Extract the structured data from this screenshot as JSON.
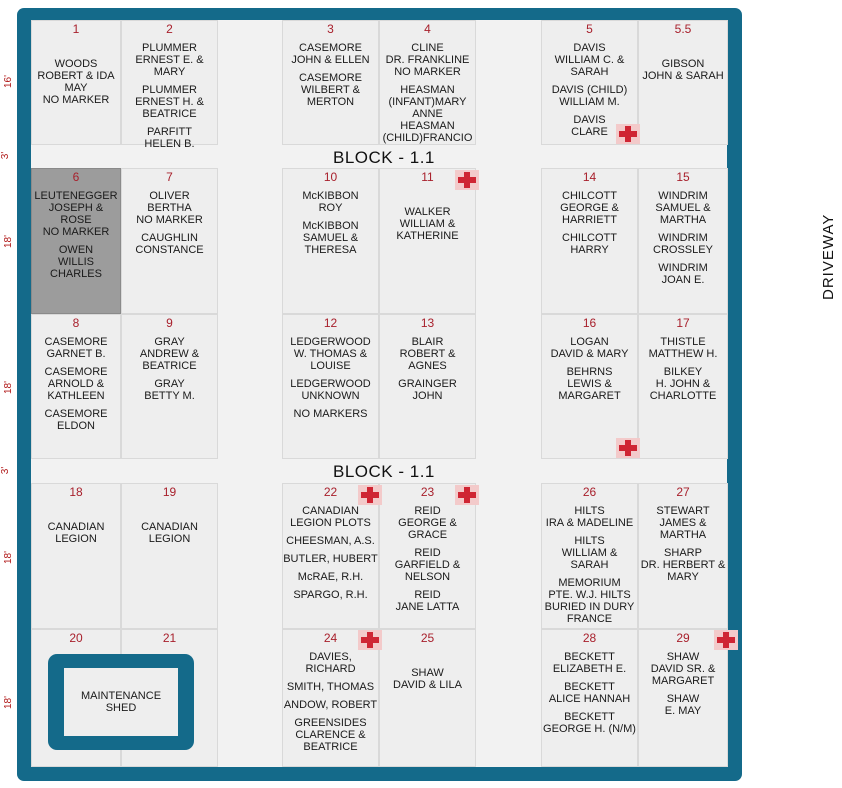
{
  "block_label": "BLOCK - 1.1",
  "driveway_label": "DRIVEWAY",
  "dims": {
    "row1": "16'",
    "gap1": "3'",
    "row2": "18'",
    "row3": "18'",
    "gap2": "3'",
    "row4": "18'",
    "row5": "18'"
  },
  "shed_label": "MAINTENANCE\nSHED",
  "plots": [
    {
      "num": "1",
      "entries": [
        "WOODS\nROBERT & IDA MAY\nNO MARKER"
      ]
    },
    {
      "num": "2",
      "entries": [
        "PLUMMER\nERNEST E. & MARY",
        "PLUMMER\nERNEST H. &\nBEATRICE",
        "PARFITT\nHELEN B."
      ]
    },
    {
      "num": "3",
      "entries": [
        "CASEMORE\nJOHN & ELLEN",
        "CASEMORE\nWILBERT &\nMERTON"
      ]
    },
    {
      "num": "4",
      "entries": [
        "CLINE\nDR. FRANKLINE\nNO MARKER",
        "HEASMAN\n(INFANT)MARY ANNE\nHEASMAN\n(CHILD)FRANCIO"
      ]
    },
    {
      "num": "5",
      "entries": [
        "DAVIS\nWILLIAM C. &\nSARAH",
        "DAVIS (CHILD)\nWILLIAM M.",
        "DAVIS\nCLARE"
      ]
    },
    {
      "num": "5.5",
      "entries": [
        "GIBSON\nJOHN & SARAH"
      ]
    },
    {
      "num": "6",
      "entries": [
        "LEUTENEGGER\nJOSEPH & ROSE\nNO MARKER",
        "OWEN\nWILLIS CHARLES"
      ]
    },
    {
      "num": "7",
      "entries": [
        "OLIVER\nBERTHA\nNO MARKER",
        "CAUGHLIN\nCONSTANCE"
      ]
    },
    {
      "num": "10",
      "entries": [
        "McKIBBON\nROY",
        "McKIBBON\nSAMUEL &\nTHERESA"
      ]
    },
    {
      "num": "11",
      "entries": [
        "WALKER\nWILLIAM &\nKATHERINE"
      ]
    },
    {
      "num": "14",
      "entries": [
        "CHILCOTT\nGEORGE &\nHARRIETT",
        "CHILCOTT\nHARRY"
      ]
    },
    {
      "num": "15",
      "entries": [
        "WINDRIM\nSAMUEL & MARTHA",
        "WINDRIM\nCROSSLEY",
        "WINDRIM\nJOAN E."
      ]
    },
    {
      "num": "8",
      "entries": [
        "CASEMORE\nGARNET B.",
        "CASEMORE\nARNOLD &\nKATHLEEN",
        "CASEMORE\nELDON"
      ]
    },
    {
      "num": "9",
      "entries": [
        "GRAY\nANDREW &\nBEATRICE",
        "GRAY\nBETTY M."
      ]
    },
    {
      "num": "12",
      "entries": [
        "LEDGERWOOD\nW. THOMAS &\nLOUISE",
        "LEDGERWOOD\nUNKNOWN",
        "NO MARKERS"
      ]
    },
    {
      "num": "13",
      "entries": [
        "BLAIR\nROBERT & AGNES",
        "GRAINGER\nJOHN"
      ]
    },
    {
      "num": "16",
      "entries": [
        "LOGAN\nDAVID & MARY",
        "BEHRNS\nLEWIS &\nMARGARET"
      ]
    },
    {
      "num": "17",
      "entries": [
        "THISTLE\nMATTHEW H.",
        "BILKEY\nH. JOHN &\nCHARLOTTE"
      ]
    },
    {
      "num": "18",
      "entries": [
        "CANADIAN\nLEGION"
      ]
    },
    {
      "num": "19",
      "entries": [
        "CANADIAN\nLEGION"
      ]
    },
    {
      "num": "22",
      "entries": [
        "CANADIAN\nLEGION PLOTS",
        "CHEESMAN, A.S.",
        "BUTLER, HUBERT",
        "McRAE, R.H.",
        "SPARGO, R.H."
      ]
    },
    {
      "num": "23",
      "entries": [
        "REID\nGEORGE & GRACE",
        "REID\nGARFIELD &\nNELSON",
        "REID\nJANE LATTA"
      ]
    },
    {
      "num": "26",
      "entries": [
        "HILTS\nIRA & MADELINE",
        "HILTS\nWILLIAM & SARAH",
        "MEMORIUM\nPTE. W.J. HILTS\nBURIED IN DURY\nFRANCE"
      ]
    },
    {
      "num": "27",
      "entries": [
        "STEWART\nJAMES & MARTHA",
        "SHARP\nDR. HERBERT &\nMARY"
      ]
    },
    {
      "num": "20",
      "entries": []
    },
    {
      "num": "21",
      "entries": []
    },
    {
      "num": "24",
      "entries": [
        "DAVIES, RICHARD",
        "SMITH, THOMAS",
        "ANDOW, ROBERT",
        "GREENSIDES\nCLARENCE &\nBEATRICE"
      ]
    },
    {
      "num": "25",
      "entries": [
        "SHAW\nDAVID & LILA"
      ]
    },
    {
      "num": "28",
      "entries": [
        "BECKETT\nELIZABETH E.",
        "BECKETT\nALICE HANNAH",
        "BECKETT\nGEORGE H. (N/M)"
      ]
    },
    {
      "num": "29",
      "entries": [
        "SHAW\nDAVID SR. &\nMARGARET",
        "SHAW\nE. MAY"
      ]
    }
  ]
}
